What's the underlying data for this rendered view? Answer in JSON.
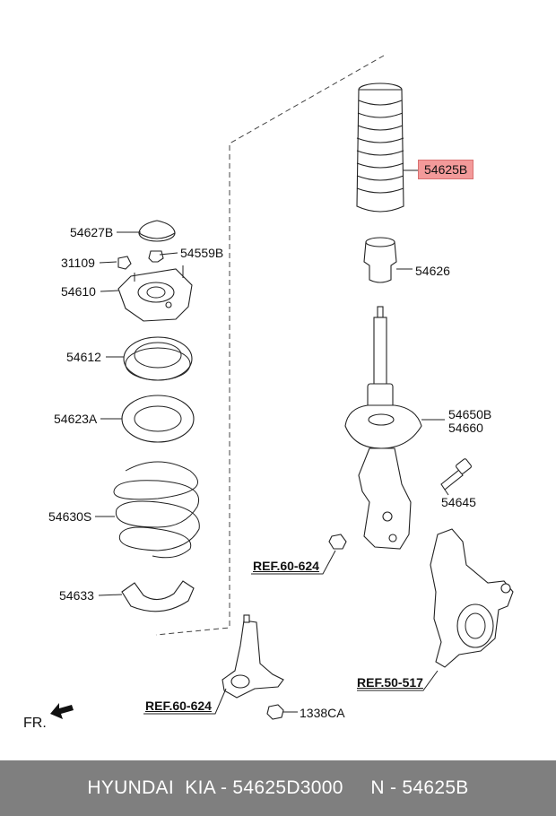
{
  "parts": {
    "p54627b": "54627B",
    "p31109": "31109",
    "p54559b": "54559B",
    "p54610": "54610",
    "p54612": "54612",
    "p54623a": "54623A",
    "p54630s": "54630S",
    "p54633": "54633",
    "p54625b": "54625B",
    "p54626": "54626",
    "p54650b": "54650B",
    "p54660": "54660",
    "p54645": "54645",
    "p1338ca": "1338CA"
  },
  "refs": {
    "ref_upper": "REF.60-624",
    "ref_lower": "REF.60-624",
    "ref_knuckle": "REF.50-517"
  },
  "direction": {
    "label": "FR."
  },
  "footer": {
    "text": "HYUNDAI  KIA - 54625D3000     N - 54625B"
  },
  "colors": {
    "highlight": "#f39a9a",
    "footer_bg": "#7f7f7f"
  }
}
